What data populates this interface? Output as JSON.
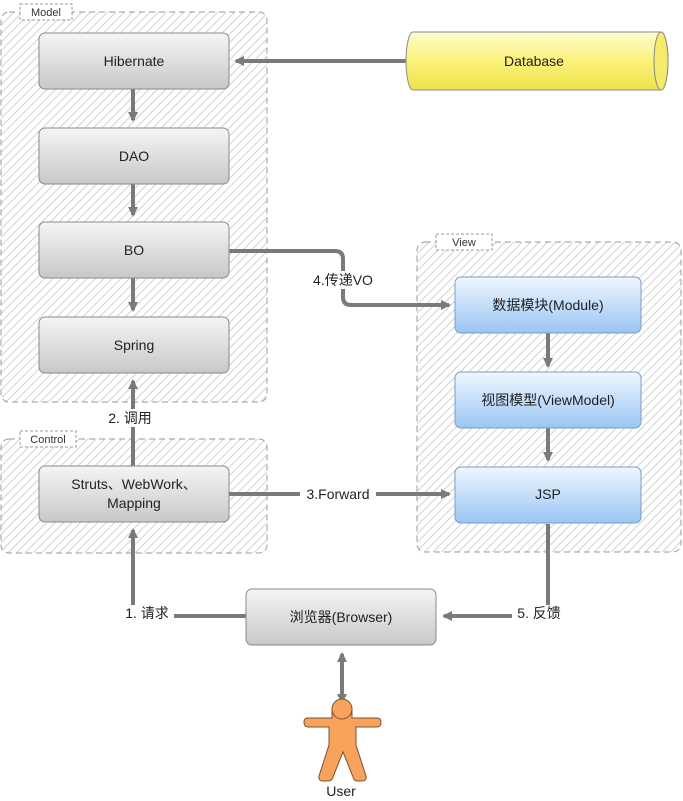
{
  "groups": {
    "model": "Model",
    "control": "Control",
    "view": "View"
  },
  "nodes": {
    "hibernate": "Hibernate",
    "dao": "DAO",
    "bo": "BO",
    "spring": "Spring",
    "struts_line1": "Struts、WebWork、",
    "struts_line2": "Mapping",
    "database": "Database",
    "module": "数据模块(Module)",
    "viewmodel": "视图模型(ViewModel)",
    "jsp": "JSP",
    "browser": "浏览器(Browser)",
    "user": "User"
  },
  "edges": {
    "call": "2. 调用",
    "pass_vo": "4.传递VO",
    "forward": "3.Forward",
    "request": "1. 请求",
    "feedback": "5. 反馈"
  },
  "colors": {
    "gray_node_top": "#f4f4f4",
    "gray_node_bottom": "#c9c9c9",
    "blue_node_top": "#eef6ff",
    "blue_node_bottom": "#9cc8f5",
    "database_fill": "#fbf27a",
    "arrow": "#7a7a7a",
    "user_fill": "#f7a35c"
  }
}
